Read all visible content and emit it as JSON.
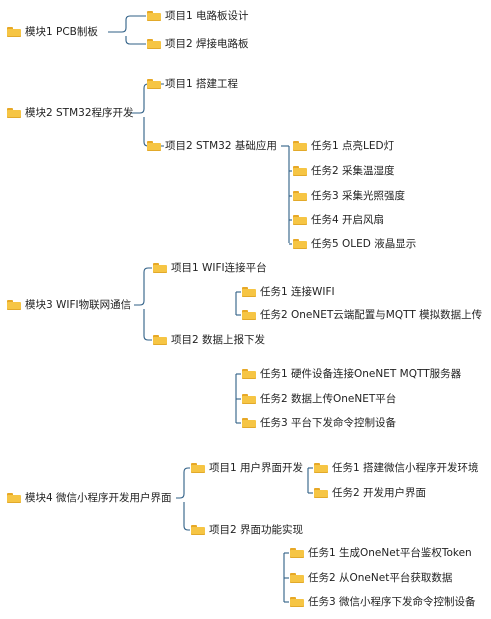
{
  "icon": "folder-icon",
  "colors": {
    "folder": "#f6c544",
    "folder_tab": "#e7a826",
    "connector": "#2f5f86"
  },
  "modules": [
    {
      "label": "模块1 PCB制板",
      "projects": [
        {
          "label": "项目1 电路板设计",
          "tasks": []
        },
        {
          "label": "项目2 焊接电路板",
          "tasks": []
        }
      ]
    },
    {
      "label": "模块2 STM32程序开发",
      "projects": [
        {
          "label": "项目1 搭建工程",
          "tasks": []
        },
        {
          "label": "项目2 STM32 基础应用",
          "tasks": [
            "任务1 点亮LED灯",
            "任务2 采集温湿度",
            "任务3 采集光照强度",
            "任务4 开启风扇",
            "任务5 OLED 液晶显示"
          ]
        }
      ]
    },
    {
      "label": "模块3 WIFI物联网通信",
      "projects": [
        {
          "label": "项目1 WIFI连接平台",
          "tasks": [
            "任务1 连接WIFI",
            "任务2 OneNET云端配置与MQTT 模拟数据上传"
          ]
        },
        {
          "label": "项目2 数据上报下发",
          "tasks": [
            "任务1 硬件设备连接OneNET MQTT服务器",
            "任务2 数据上传OneNET平台",
            "任务3 平台下发命令控制设备"
          ]
        }
      ]
    },
    {
      "label": "模块4 微信小程序开发用户界面",
      "projects": [
        {
          "label": "项目1 用户界面开发",
          "tasks": [
            "任务1 搭建微信小程序开发环境",
            "任务2 开发用户界面"
          ]
        },
        {
          "label": "项目2 界面功能实现",
          "tasks": [
            "任务1 生成OneNet平台鉴权Token",
            "任务2 从OneNet平台获取数据",
            "任务3 微信小程序下发命令控制设备"
          ]
        }
      ]
    }
  ]
}
